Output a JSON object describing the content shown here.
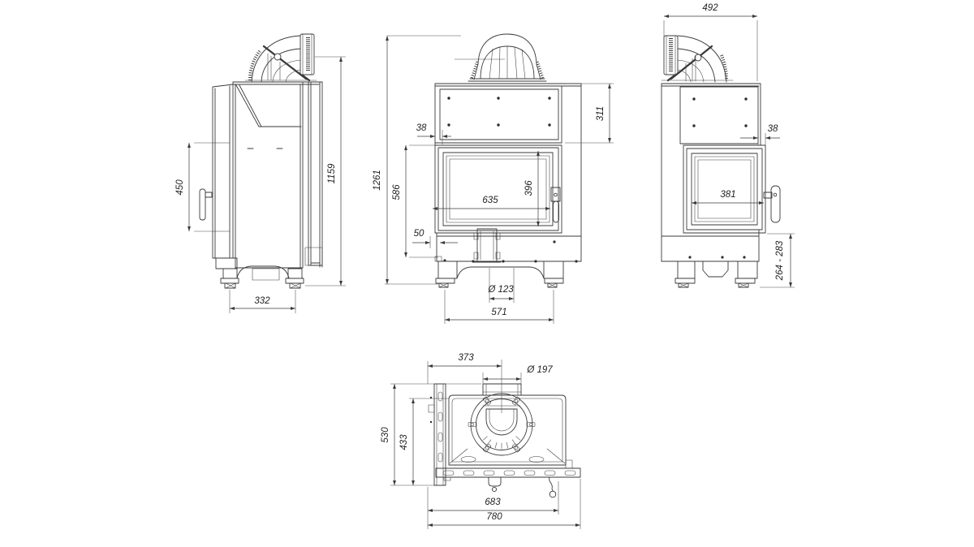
{
  "drawing": {
    "dims": {
      "left": {
        "door_height": "450",
        "body_height": "1159",
        "base_depth": "332"
      },
      "front": {
        "overall_height": "1261",
        "firebox_height": "586",
        "glass_offset": "38",
        "hood_height": "311",
        "glass_width": "635",
        "glass_height": "396",
        "base_offset": "50",
        "flue_outlet_diameter": "Ø 123",
        "feet_spacing": "571"
      },
      "right": {
        "overall_depth": "492",
        "glass_offset": "38",
        "glass_width": "381",
        "plinth_height": "264 - 283"
      },
      "top": {
        "flue_axis_offset": "373",
        "flue_diameter": "Ø 197",
        "overall_depth": "530",
        "body_depth": "433",
        "body_width": "683",
        "overall_width": "780"
      }
    },
    "colors": {
      "line": "#3a3a3a",
      "dimension_text": "#1f1f1f",
      "background": "#ffffff"
    }
  }
}
